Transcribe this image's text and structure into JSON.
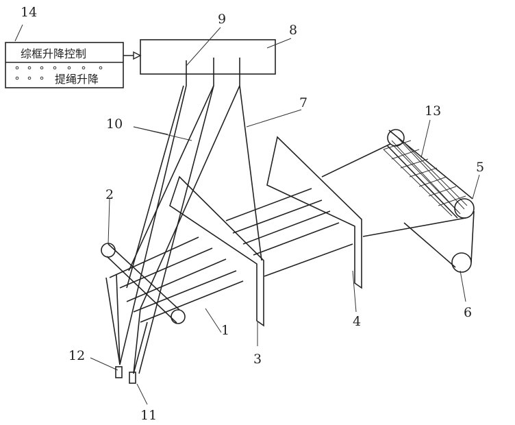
{
  "control_box": {
    "top_label": "综框升降控制",
    "bottom_label": "提绳升降"
  },
  "labels": {
    "n1": "1",
    "n2": "2",
    "n3": "3",
    "n4": "4",
    "n5": "5",
    "n6": "6",
    "n7": "7",
    "n8": "8",
    "n9": "9",
    "n10": "10",
    "n11": "11",
    "n12": "12",
    "n13": "13",
    "n14": "14"
  }
}
